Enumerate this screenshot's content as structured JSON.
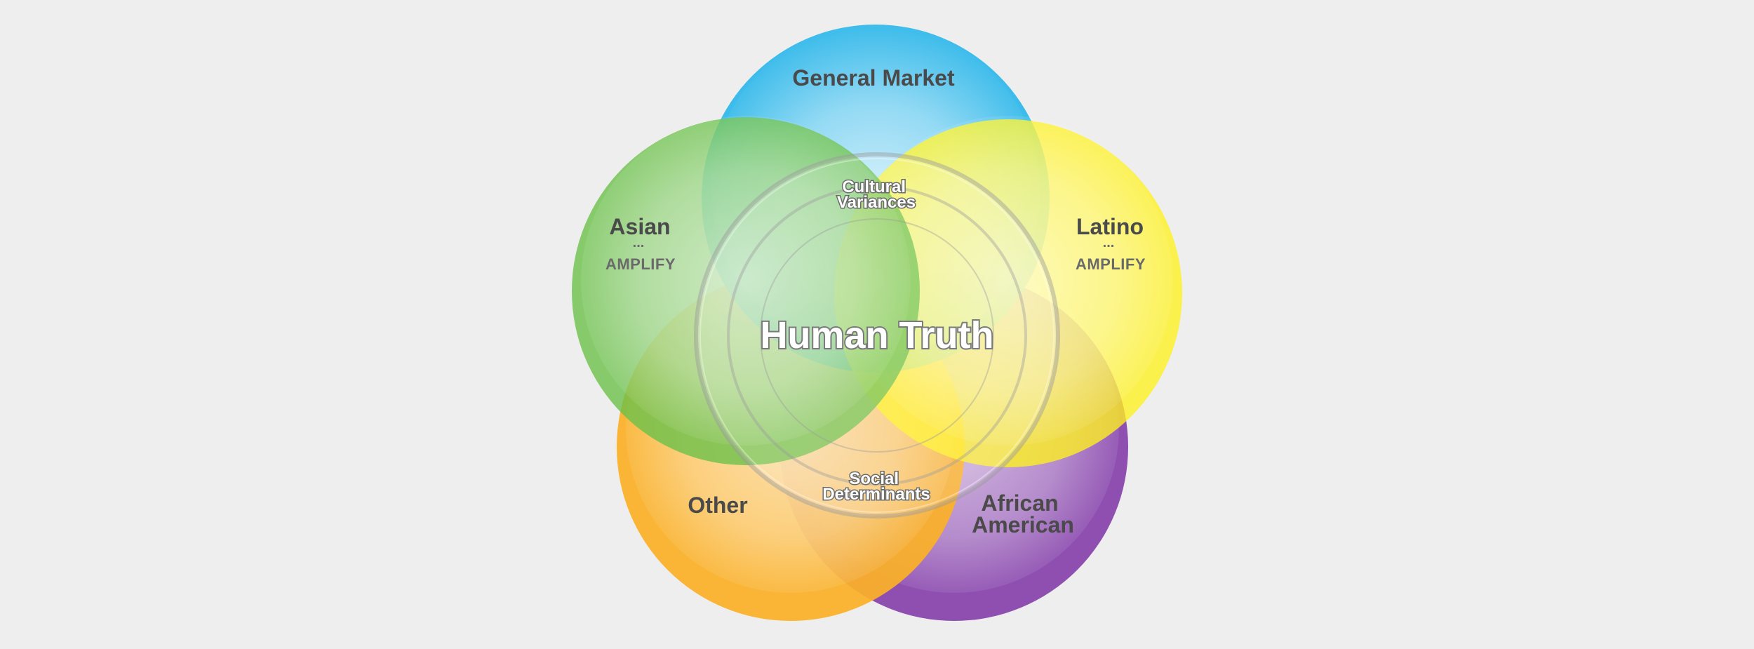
{
  "diagram": {
    "core": {
      "label": "Human Truth"
    },
    "rings": {
      "top_label_lines": [
        "Cultural",
        "Variances"
      ],
      "bottom_label_lines": [
        "Social",
        "Determinants"
      ]
    },
    "segments": {
      "general_market": {
        "label_lines": [
          "General Market"
        ],
        "color": "#29b6ea"
      },
      "asian": {
        "label_lines": [
          "Asian"
        ],
        "dots": "...",
        "sub": "AMPLIFY",
        "color": "#6cc04a"
      },
      "latino": {
        "label_lines": [
          "Latino"
        ],
        "dots": "...",
        "sub": "AMPLIFY",
        "color": "#fff21f"
      },
      "other": {
        "label_lines": [
          "Other"
        ],
        "color": "#fbb028"
      },
      "african_american": {
        "label_lines": [
          "African",
          "American"
        ],
        "color": "#8e4fb1"
      }
    }
  }
}
